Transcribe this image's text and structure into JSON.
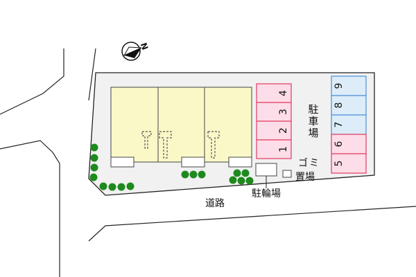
{
  "north_label": "N",
  "colors": {
    "site_fill": "#f1f1f1",
    "building_fill": "#fbf8c8",
    "pink_stall_fill": "#fcdde8",
    "pink_stall_stroke": "#e23a62",
    "blue_stall_fill": "#dcecf8",
    "blue_stall_stroke": "#4a8fd6",
    "tree": "#1e8a1e",
    "line": "#222222"
  },
  "labels": {
    "parking": [
      "駐",
      "車",
      "場"
    ],
    "garbage": [
      "ゴ",
      "ミ"
    ],
    "garbage_place": "置場",
    "bicycle": "駐輪場",
    "road": "道路"
  },
  "parking_left": [
    "4",
    "3",
    "2",
    "1"
  ],
  "parking_right": [
    {
      "num": "9",
      "type": "blue"
    },
    {
      "num": "8",
      "type": "blue"
    },
    {
      "num": "7",
      "type": "blue"
    },
    {
      "num": "6",
      "type": "pink"
    },
    {
      "num": "5",
      "type": "pink"
    }
  ]
}
